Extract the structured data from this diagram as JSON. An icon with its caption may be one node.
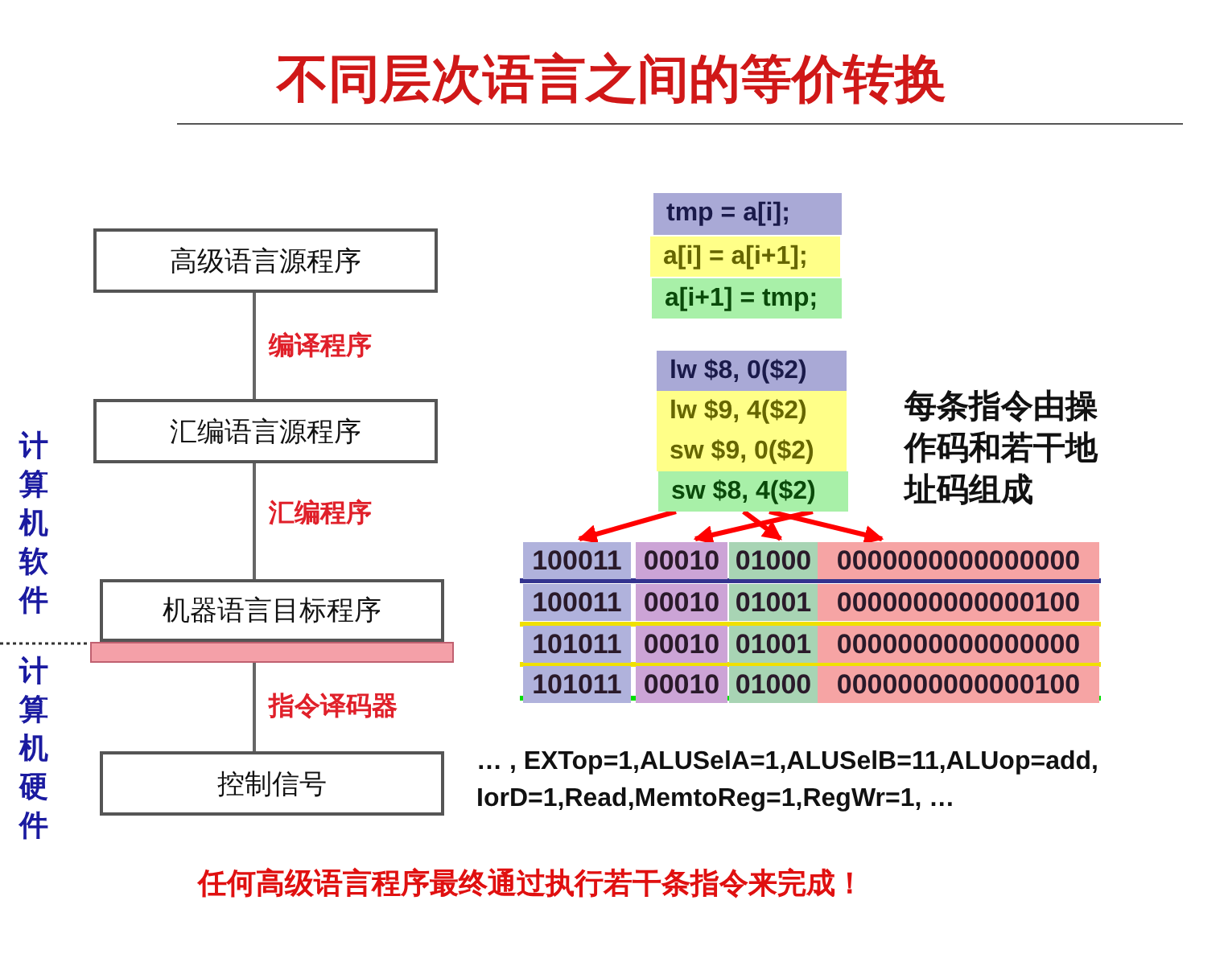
{
  "diagram": {
    "title": "不同层次语言之间的等价转换",
    "nodes": [
      {
        "text": [
          "高级语言源程序"
        ]
      },
      {
        "text": [
          "汇编语言源程序"
        ]
      },
      {
        "text": [
          "机器语言目标程序"
        ]
      },
      {
        "text": [],
        "shape": "bar"
      },
      {
        "text": [
          "控制信号"
        ]
      },
      {
        "text": [
          "tmp = a[i];"
        ]
      },
      {
        "text": [
          "a[i] = a[i+1];"
        ]
      },
      {
        "text": [
          "a[i+1] = tmp;"
        ]
      },
      {
        "text": [
          "lw $8, 0($2)"
        ]
      },
      {
        "text": [
          "lw $9, 4($2)"
        ]
      },
      {
        "text": [
          "sw $9, 0($2)"
        ]
      },
      {
        "text": [
          "sw $8, 4($2)"
        ]
      },
      {
        "text": [
          "100011"
        ]
      },
      {
        "text": [
          "00010"
        ]
      },
      {
        "text": [
          "01000"
        ]
      },
      {
        "text": [
          "0000000000000000"
        ]
      },
      {
        "text": [
          "100011"
        ]
      },
      {
        "text": [
          "00010"
        ]
      },
      {
        "text": [
          "01001"
        ]
      },
      {
        "text": [
          "0000000000000100"
        ]
      },
      {
        "text": [
          "101011"
        ]
      },
      {
        "text": [
          "00010"
        ]
      },
      {
        "text": [
          "01001"
        ]
      },
      {
        "text": [
          "0000000000000000"
        ]
      },
      {
        "text": [
          "101011"
        ]
      },
      {
        "text": [
          "00010"
        ]
      },
      {
        "text": [
          "01000"
        ]
      },
      {
        "text": [
          "0000000000000100"
        ]
      }
    ],
    "edges": [
      {
        "from": 0,
        "to": 1,
        "arrow": "none",
        "label": "编译程序",
        "color": "#666666"
      },
      {
        "from": 1,
        "to": 2,
        "arrow": "none",
        "label": "汇编程序",
        "color": "#666666"
      },
      {
        "from": 3,
        "to": 4,
        "arrow": "none",
        "label": "指令译码器",
        "color": "#666666"
      },
      {
        "from": 11,
        "to": 12,
        "arrow": "to",
        "color": "#ff0000"
      },
      {
        "from": 11,
        "to": 13,
        "arrow": "to",
        "color": "#ff0000"
      },
      {
        "from": 11,
        "to": 14,
        "arrow": "to",
        "color": "#ff0000"
      },
      {
        "from": 11,
        "to": 15,
        "arrow": "to",
        "color": "#ff0000"
      }
    ],
    "labels": [
      "计算机软件",
      "计算机硬件",
      "每条指令由操作码和若干地址码组成",
      "… , EXTop=1,ALUSelA=1,ALUSelB=11,ALUop=add, IorD=1,Read,MemtoReg=1,RegWr=1, …",
      "任何高级语言程序最终通过执行若干条指令来完成！"
    ]
  }
}
